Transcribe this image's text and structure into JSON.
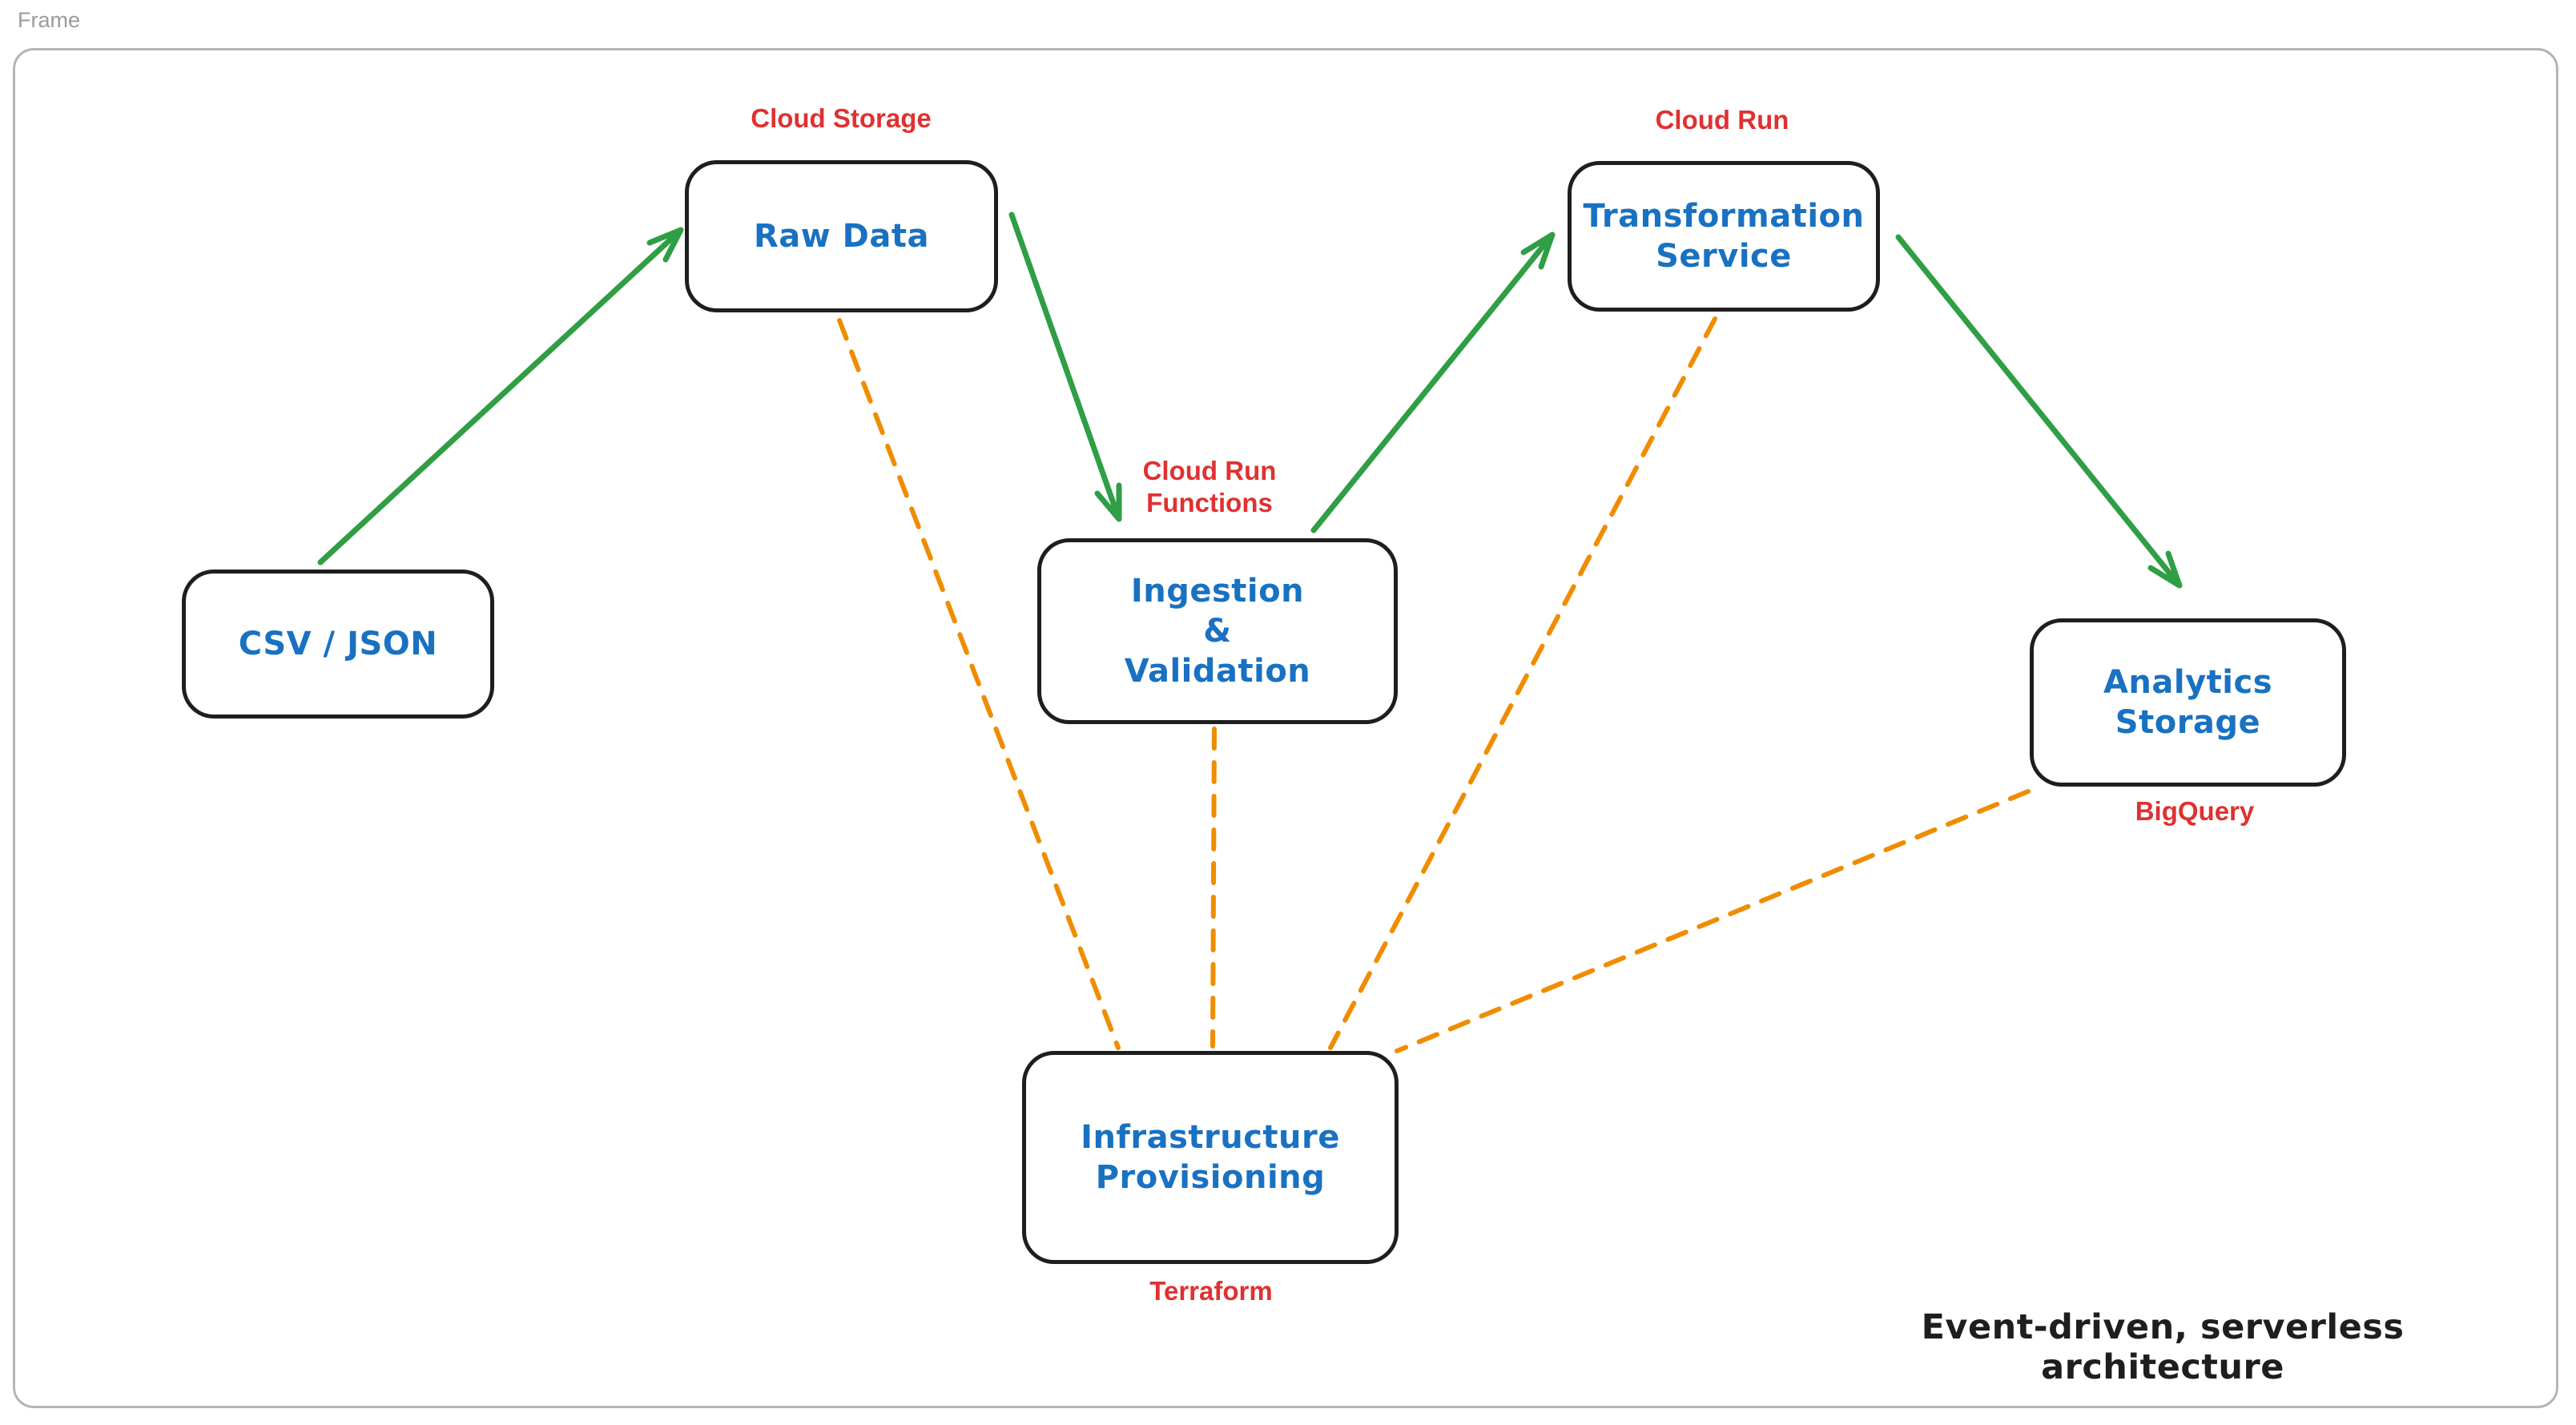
{
  "frame": {
    "label": "Frame"
  },
  "caption": "Event-driven, serverless architecture",
  "colors": {
    "background": "#ffffff",
    "frame_border": "#b4b4b4",
    "frame_label": "#9b9b9b",
    "node_border": "#1e1e1e",
    "node_fill": "#ffffff",
    "node_text": "#1971c2",
    "service_label": "#e03131",
    "flow_arrow": "#2f9e44",
    "provisioning_link": "#f08c00",
    "caption_text": "#1e1e1e"
  },
  "nodes": {
    "csv_json": {
      "label": "CSV / JSON"
    },
    "raw_data": {
      "label": "Raw Data",
      "service": "Cloud Storage"
    },
    "ingestion": {
      "label": "Ingestion\n&\nValidation",
      "service": "Cloud Run\nFunctions"
    },
    "transformation": {
      "label": "Transformation\nService",
      "service": "Cloud Run"
    },
    "analytics": {
      "label": "Analytics\nStorage",
      "service": "BigQuery"
    },
    "infrastructure": {
      "label": "Infrastructure\nProvisioning",
      "service": "Terraform"
    }
  },
  "edges": {
    "flow": [
      {
        "from": "csv_json",
        "to": "raw_data",
        "style": "solid",
        "arrowhead": true,
        "color": "#2f9e44"
      },
      {
        "from": "raw_data",
        "to": "ingestion",
        "style": "solid",
        "arrowhead": true,
        "color": "#2f9e44"
      },
      {
        "from": "ingestion",
        "to": "transformation",
        "style": "solid",
        "arrowhead": true,
        "color": "#2f9e44"
      },
      {
        "from": "transformation",
        "to": "analytics",
        "style": "solid",
        "arrowhead": true,
        "color": "#2f9e44"
      }
    ],
    "provisioning": [
      {
        "from": "infrastructure",
        "to": "raw_data",
        "style": "dashed",
        "arrowhead": false,
        "color": "#f08c00"
      },
      {
        "from": "infrastructure",
        "to": "ingestion",
        "style": "dashed",
        "arrowhead": false,
        "color": "#f08c00"
      },
      {
        "from": "infrastructure",
        "to": "transformation",
        "style": "dashed",
        "arrowhead": false,
        "color": "#f08c00"
      },
      {
        "from": "infrastructure",
        "to": "analytics",
        "style": "dashed",
        "arrowhead": false,
        "color": "#f08c00"
      }
    ]
  }
}
